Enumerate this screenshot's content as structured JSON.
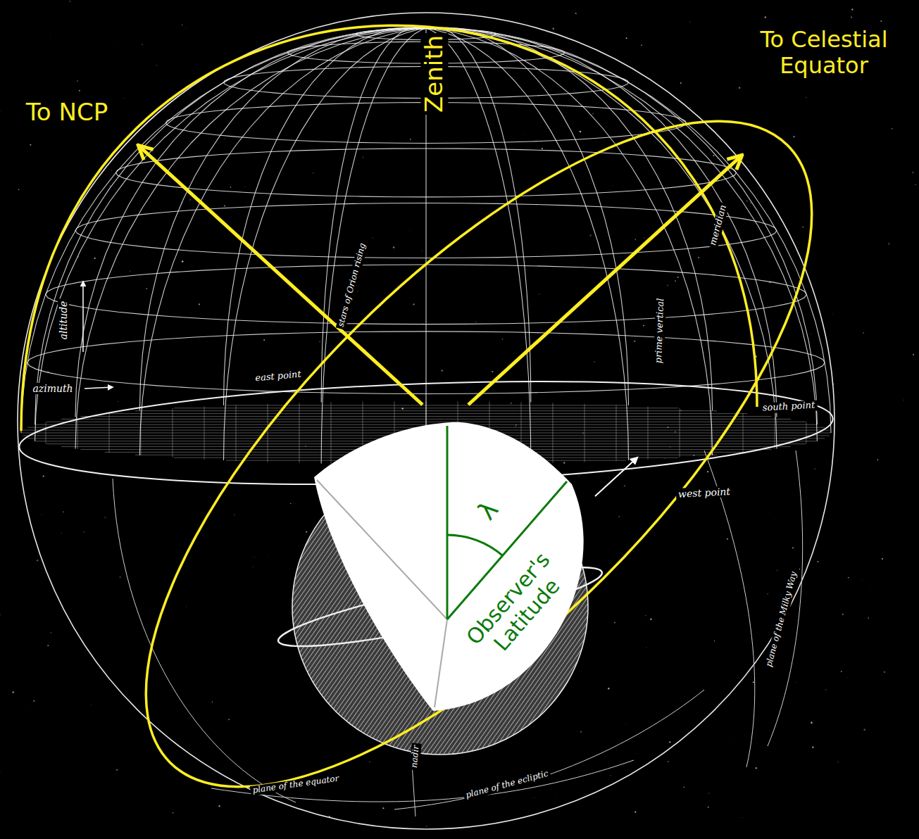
{
  "diagram": {
    "labels": [
      "To NCP",
      "Zenith",
      "To Celestial Equator",
      "λ",
      "Observer's Latitude",
      "altitude",
      "azimuth",
      "east point",
      "south point",
      "west point",
      "prime vertical",
      "meridian",
      "stars of Orion rising",
      "nadir",
      "plane of the equator",
      "plane of the ecliptic",
      "plane of the Milky Way"
    ]
  }
}
